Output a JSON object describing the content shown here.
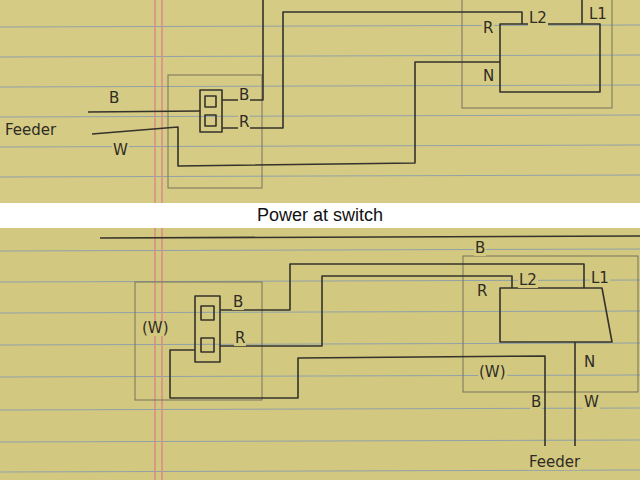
{
  "diagram": {
    "title": "Power at switch",
    "labels": [
      "R",
      "L2",
      "L1",
      "N",
      "B",
      "B",
      "R",
      "Feeder",
      "W",
      "B",
      "L2",
      "L1",
      "R",
      "B",
      "(W)",
      "R",
      "N",
      "(W)",
      "B",
      "W",
      "Feeder"
    ]
  }
}
